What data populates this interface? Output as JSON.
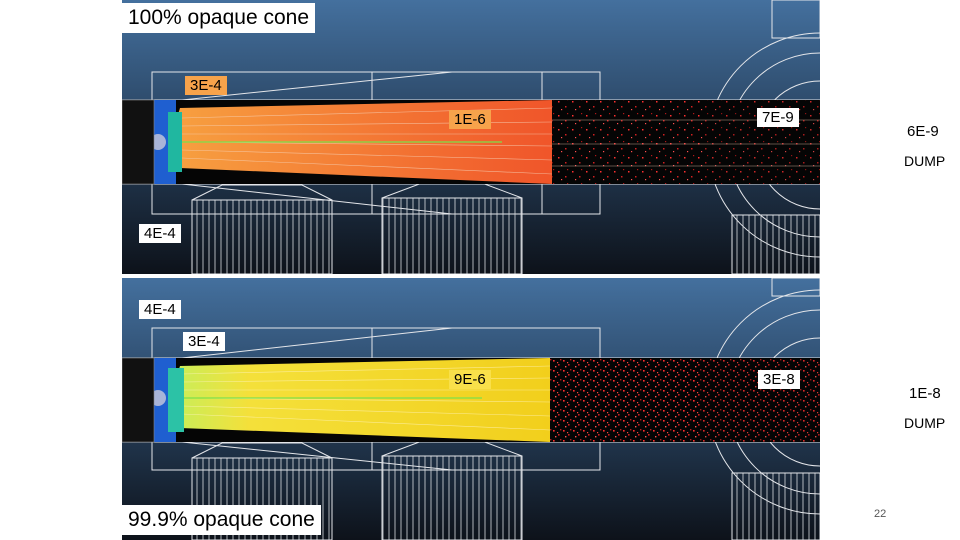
{
  "top": {
    "caption": "100% opaque cone",
    "labels": {
      "entrance": "3E-4",
      "mid": "1E-6",
      "end": "7E-9",
      "dump_value": "6E-9",
      "dump": "DUMP",
      "lower": "4E-4"
    }
  },
  "bottom": {
    "caption": "99.9% opaque cone",
    "labels": {
      "upper": "4E-4",
      "entrance": "3E-4",
      "mid": "9E-6",
      "end": "3E-8",
      "dump_value": "1E-8",
      "dump": "DUMP"
    }
  },
  "page_number": "22",
  "colors": {
    "beam_top": "#f06a30",
    "beam_bottom": "#f2d21f",
    "background_top": "#44709e",
    "background_bottom": "#0d121a"
  }
}
